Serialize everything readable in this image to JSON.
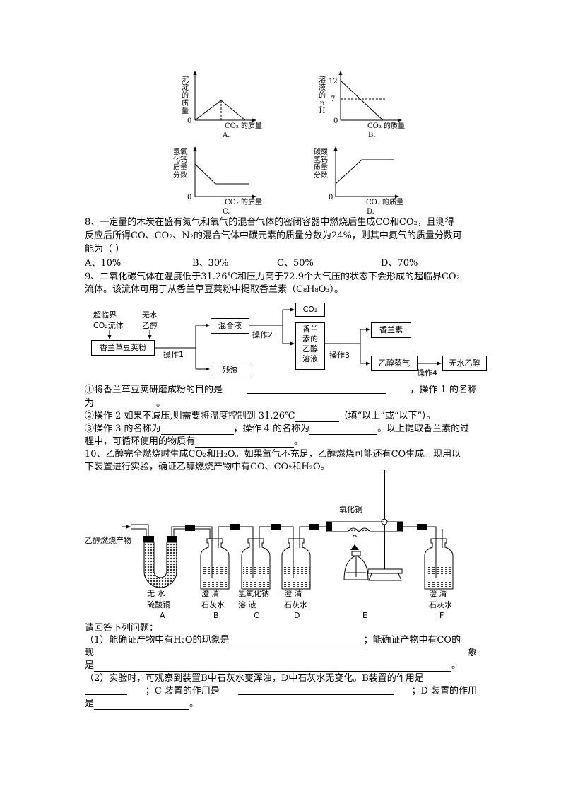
{
  "graphs": {
    "A": {
      "ylabel": "沉淀的质量",
      "origin": "0",
      "xlabel": "CO₂ 的质量",
      "caption": "A."
    },
    "B": {
      "ylabel": "溶液的pH",
      "origin": "0",
      "tick_12": "12",
      "tick_7": "7",
      "xlabel": "CO₂ 的质量",
      "caption": "B."
    },
    "C": {
      "ylabel": "氢氧化钙质量分数",
      "origin": "0",
      "xlabel": "CO₂ 的质量",
      "caption": "C."
    },
    "D": {
      "ylabel": "碳酸氢钙质量分数",
      "origin": "0",
      "xlabel": "CO₂ 的质量",
      "caption": "D."
    }
  },
  "q8": {
    "line1": "8、一定量的木炭在盛有氮气和氧气的混合气体的密闭容器中燃烧后生成CO和CO₂，且测得",
    "line2": "反应后所得CO、CO₂、N₂的混合气体中碳元素的质量分数为24%，则其中氮气的质量分数可",
    "line3": "能为（      ）",
    "options": [
      "A、10%",
      "B、30%",
      "C、50%",
      "D、70%"
    ]
  },
  "q9": {
    "line1": "9、二氧化碳气体在温度低于31.26℃和压力高于72.9个大气压的状态下会形成的超临界CO₂",
    "line2": "流体。该流体可用于从香兰草豆荚粉中提取香兰素（C₈H₈O₃）。",
    "flow": {
      "in1a": "超临界",
      "in1b": "CO₂流体",
      "in2a": "无水",
      "in2b": "乙醇",
      "start": "香兰草豆荚粉",
      "op1": "操作1",
      "mix": "混合液",
      "residue": "残渣",
      "op2": "操作2",
      "co2": "CO₂",
      "sol_a": "香兰",
      "sol_b": "素的",
      "sol_c": "乙醇",
      "sol_d": "溶液",
      "op3": "操作3",
      "vanillin": "香兰素",
      "vapor": "乙醇蒸气",
      "op4": "操作4",
      "anhydrous": "无水乙醇"
    },
    "s1a": "①将香兰草豆荚研磨成粉的目的是",
    "s1b": "，操作 1 的名称",
    "s1c": "为",
    "s1d": "。",
    "s2a": "②操作 2 如果不减压,则需要将温度控制到 31.26℃",
    "s2b": "（填“以上”或“以下”）。",
    "s3a": "③操作 3 的名称为",
    "s3b": "，操作 4 的名称为",
    "s3c": "。以上提取香兰素的过",
    "s3d": "程中，可循环使用的物质有",
    "s3e": "。"
  },
  "q10": {
    "line1": "10、乙醇完全燃烧时生成CO₂和H₂O。如果氧气不充足，乙醇燃烧可能还有CO生成。现用以",
    "line2": "下装置进行实验，确证乙醇燃烧产物中有CO、CO₂和H₂O。",
    "apparatus": {
      "inlet": "乙醇燃烧产物",
      "cuo": "氧化铜",
      "labelA1": "无  水",
      "labelA2": "硫酸铜",
      "labelB1": "澄  清",
      "labelB2": "石灰水",
      "labelC1": "氢氧化钠",
      "labelC2": "溶    液",
      "labelD1": "澄  清",
      "labelD2": "石灰水",
      "labelF1": "澄  清",
      "labelF2": "石灰水",
      "letters": [
        "A",
        "B",
        "C",
        "D",
        "E",
        "F"
      ]
    },
    "prompt": "请回答下列问题：",
    "p1a": "（1）能确证产物中有H₂O的现象是",
    "p1b": "；能确证产物中有CO的",
    "p1c": "现",
    "p1d": "象",
    "p1e": "是",
    "p1f": "。",
    "p2a": "（2）实验时，可观察到装置B中石灰水变浑浊，D中石灰水无变化。B装置的作用是",
    "p2b": "；C 装置的作用是",
    "p2c": "；D 装置的作用",
    "p2d": "是",
    "p2e": "。"
  }
}
